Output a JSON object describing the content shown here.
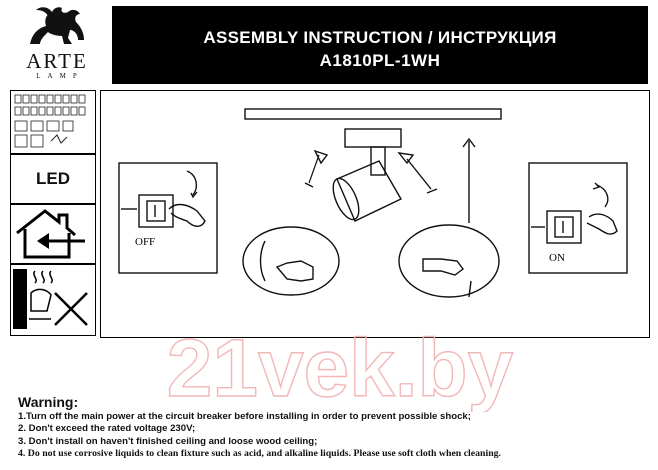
{
  "brand": {
    "name": "ARTE",
    "sub": "LAMP"
  },
  "header": {
    "title": "ASSEMBLY INSTRUCTION / ИНСТРУКЦИЯ",
    "model": "A1810PL-1WH"
  },
  "left_panel": {
    "led_label": "LED"
  },
  "diagram": {
    "off_label": "OFF",
    "on_label": "ON"
  },
  "watermark": {
    "text": "21vek.by"
  },
  "warnings": {
    "title": "Warning:",
    "items": [
      "1.Turn off the main power at the circuit breaker before installing in order to prevent  possible shock;",
      "2. Don't exceed the rated voltage 230V;",
      "3. Don't install on haven't finished ceiling and loose wood ceiling;",
      "4. Do not use corrosive liquids to clean fixture such as acid, and alkaline liquids. Please use soft cloth  when cleaning."
    ]
  }
}
